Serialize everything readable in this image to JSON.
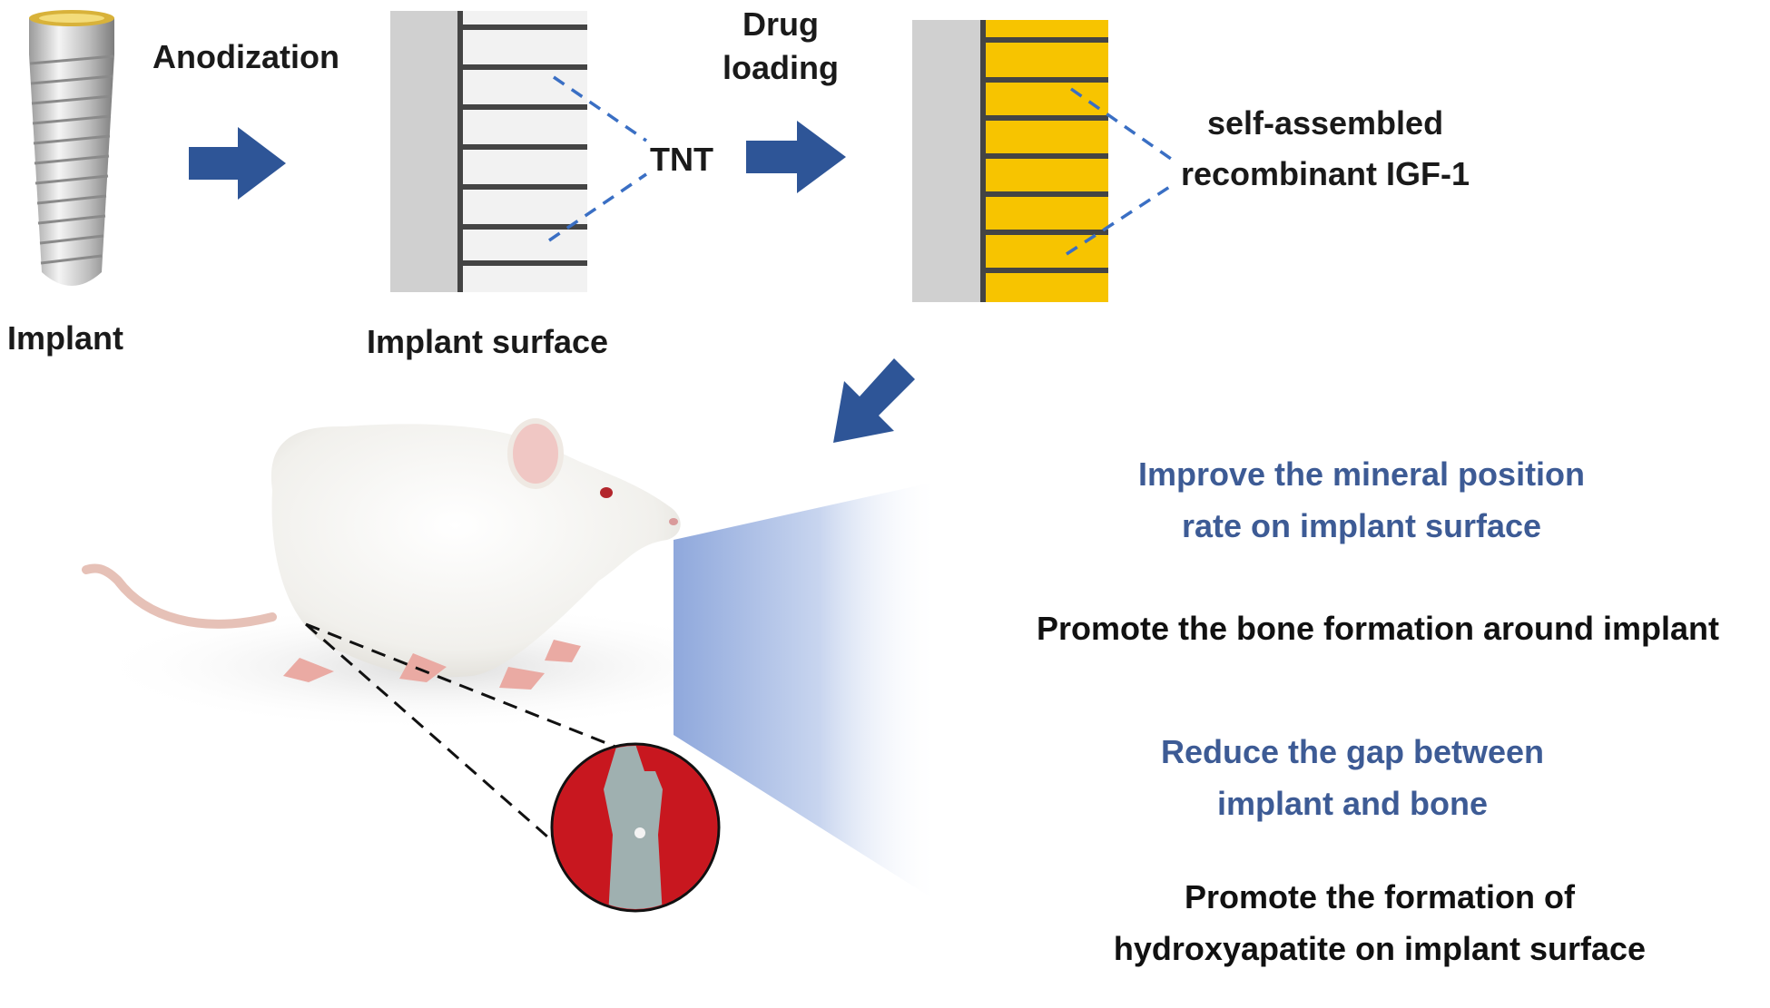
{
  "steps": {
    "implant_label": "Implant",
    "anodization_label": "Anodization",
    "surface_label": "Implant surface",
    "tnt_label": "TNT",
    "drug_loading_line1": "Drug",
    "drug_loading_line2": "loading",
    "igf_line1": "self-assembled",
    "igf_line2": "recombinant IGF-1"
  },
  "outcomes": [
    {
      "line1": "Improve the mineral position",
      "line2": "rate on implant surface",
      "color": "#3d5b95"
    },
    {
      "line1": "Promote the bone formation around implant",
      "line2": "",
      "color": "#111111"
    },
    {
      "line1": "Reduce the gap between",
      "line2": "implant and bone",
      "color": "#3d5b95"
    },
    {
      "line1": "Promote the formation of",
      "line2": "hydroxyapatite on implant surface",
      "color": "#111111"
    }
  ],
  "colors": {
    "arrow": "#2e5597",
    "titanium": "#d0d0d0",
    "tube_wall": "#444444",
    "drug_fill": "#f7c400",
    "dashed": "#3a6fc4",
    "panel_gradient_start": "#8fa8dc",
    "inset_bg": "#d41e2a"
  },
  "icons": [
    "implant-screw-icon",
    "rat-illustration",
    "bone-inset-icon",
    "arrow-right-icon",
    "arrow-down-left-icon"
  ]
}
